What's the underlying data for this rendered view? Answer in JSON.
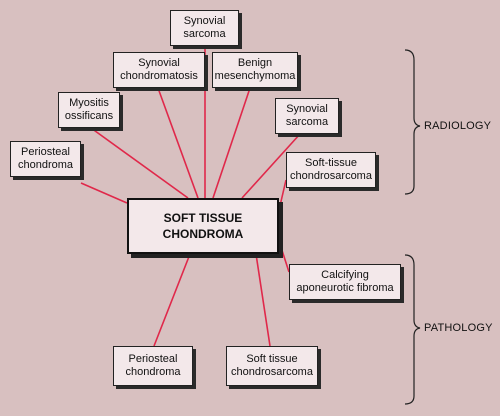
{
  "center": {
    "label": "SOFT TISSUE\nCHONDROMA"
  },
  "nodes": [
    {
      "id": "synovial-sarcoma-top",
      "label": "Synovial\nsarcoma"
    },
    {
      "id": "synovial-chondromatosis",
      "label": "Synovial\nchondromatosis"
    },
    {
      "id": "benign-mesenchymoma",
      "label": "Benign\nmesenchymoma"
    },
    {
      "id": "myositis-ossificans",
      "label": "Myositis\nossificans"
    },
    {
      "id": "synovial-sarcoma-right",
      "label": "Synovial\nsarcoma"
    },
    {
      "id": "periosteal-chondroma-top",
      "label": "Periosteal\nchondroma"
    },
    {
      "id": "soft-tissue-chondrosarcoma-top",
      "label": "Soft-tissue\nchondrosarcoma"
    },
    {
      "id": "calcifying-aponeurotic-fibroma",
      "label": "Calcifying\naponeurotic fibroma"
    },
    {
      "id": "periosteal-chondroma-bottom",
      "label": "Periosteal\nchondroma"
    },
    {
      "id": "soft-tissue-chondrosarcoma-bottom",
      "label": "Soft tissue\nchondrosarcoma"
    }
  ],
  "groups": {
    "radiology": "RADIOLOGY",
    "pathology": "PATHOLOGY"
  },
  "colors": {
    "background": "#d8c0c0",
    "box": "#f3e8ea",
    "link": "#e0284a",
    "bracket": "#222222"
  }
}
